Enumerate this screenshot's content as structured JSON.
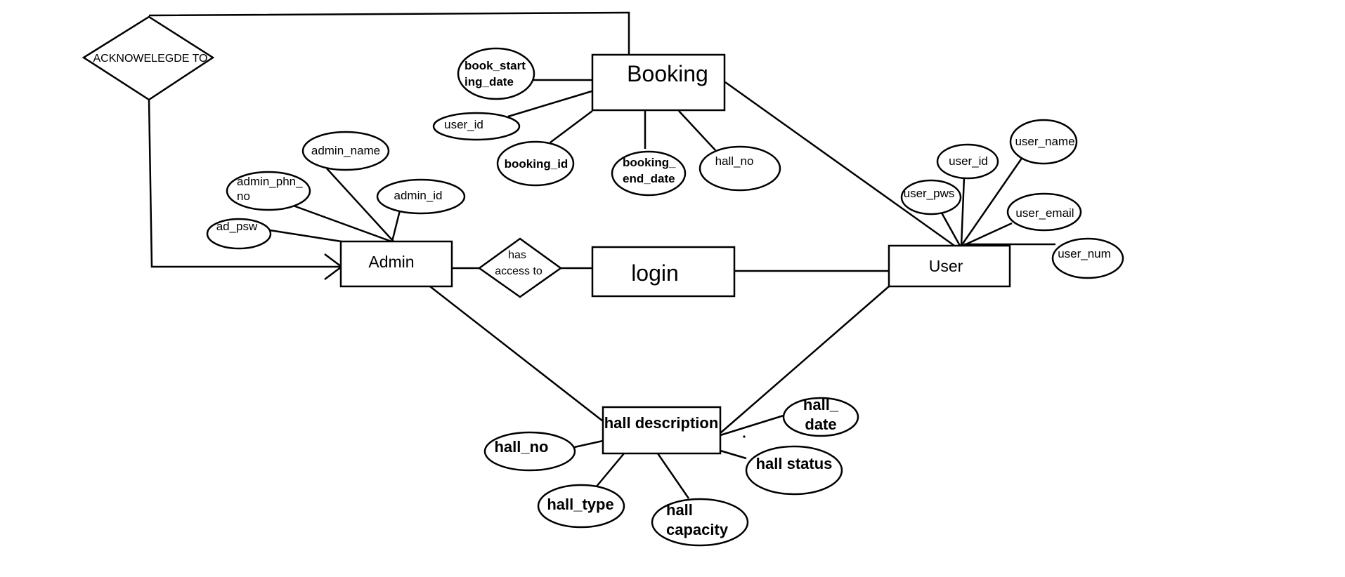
{
  "entities": {
    "booking": "Booking",
    "admin": "Admin",
    "login": "login",
    "user": "User",
    "hall_description": "hall description"
  },
  "relationships": {
    "acknowledge": "ACKNOWELEGDE TO",
    "has_access_line1": "has",
    "has_access_line2": "access to"
  },
  "attributes": {
    "booking": {
      "book_starting_date_line1": "book_start",
      "book_starting_date_line2": "ing_date",
      "user_id": "user_id",
      "booking_id": "booking_id",
      "booking_end_date_line1": "booking_",
      "booking_end_date_line2": "end_date",
      "hall_no": "hall_no"
    },
    "admin": {
      "admin_name": "admin_name",
      "admin_phn_no_line1": "admin_phn_",
      "admin_phn_no_line2": "no",
      "admin_id": "admin_id",
      "ad_psw": "ad_psw"
    },
    "user": {
      "user_name": "user_name",
      "user_id": "user_id",
      "user_pws": "user_pws",
      "user_email": "user_email",
      "user_num": "user_num"
    },
    "hall": {
      "hall_no": "hall_no",
      "hall_type": "hall_type",
      "hall_capacity_line1": "hall",
      "hall_capacity_line2": "capacity",
      "hall_status": "hall status",
      "hall_date_line1": "hall_",
      "hall_date_line2": "date"
    }
  }
}
